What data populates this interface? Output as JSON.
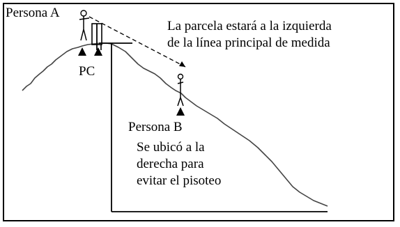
{
  "labels": {
    "persona_a": "Persona A",
    "pc": "PC",
    "persona_b": "Persona B",
    "parcel_note": [
      "La parcela estará a la izquierda",
      "de la línea principal de medida"
    ],
    "persona_b_note": [
      "Se ubicó a la",
      "derecha para",
      "evitar el pisoteo"
    ]
  }
}
